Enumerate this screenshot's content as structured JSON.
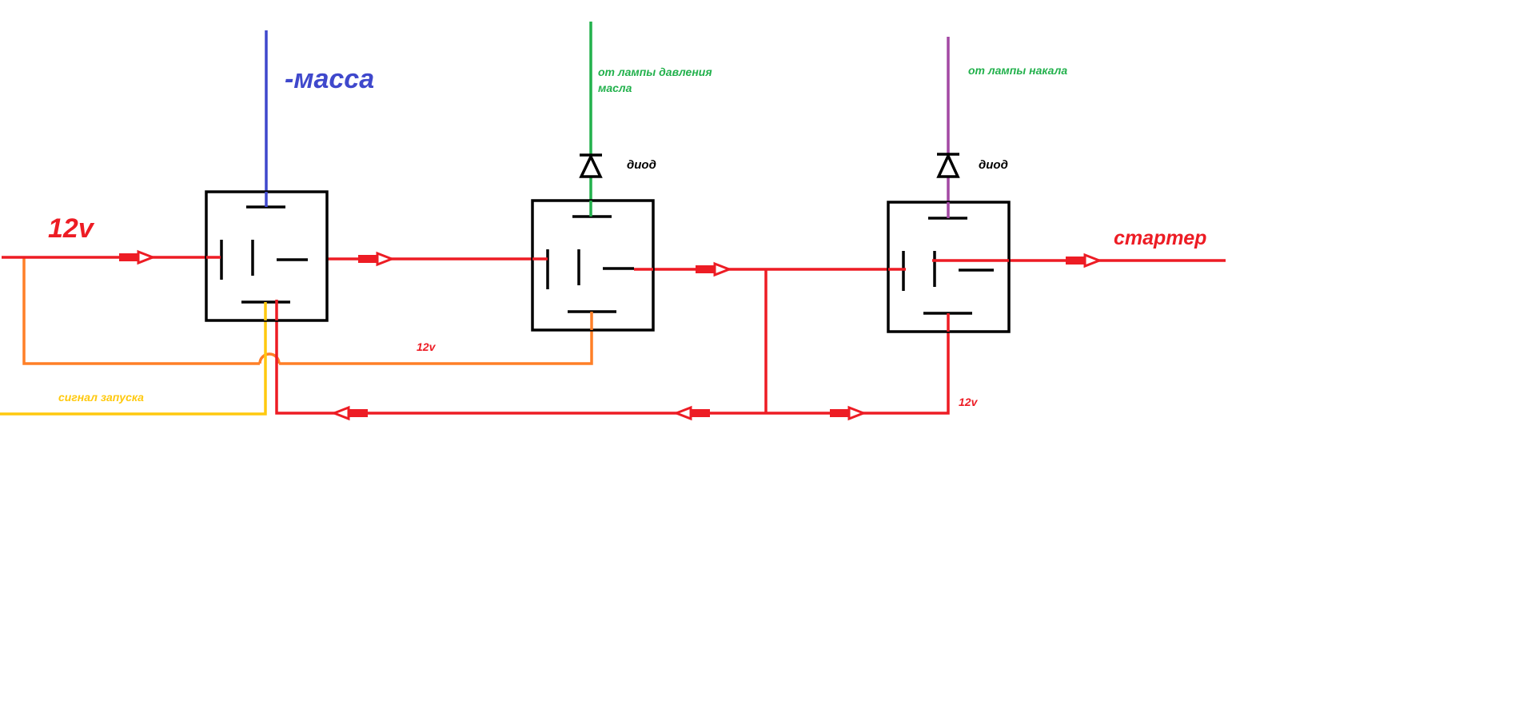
{
  "labels": {
    "input_voltage": "12v",
    "ground": "-масса",
    "oil_lamp_line1": "от лампы давления",
    "oil_lamp_line2": "масла",
    "glow_lamp": "от лампы накала",
    "diode_1": "диод",
    "diode_2": "диод",
    "starter": "стартер",
    "voltage_mid": "12v",
    "voltage_right": "12v",
    "start_signal": "сигнал запуска"
  },
  "colors": {
    "power": "#ed1c24",
    "ground": "#3f48cc",
    "oil_lamp": "#22b14c",
    "glow_lamp": "#a349a4",
    "feed": "#ff7f27",
    "start_signal": "#ffc90e",
    "relay": "#000000"
  }
}
